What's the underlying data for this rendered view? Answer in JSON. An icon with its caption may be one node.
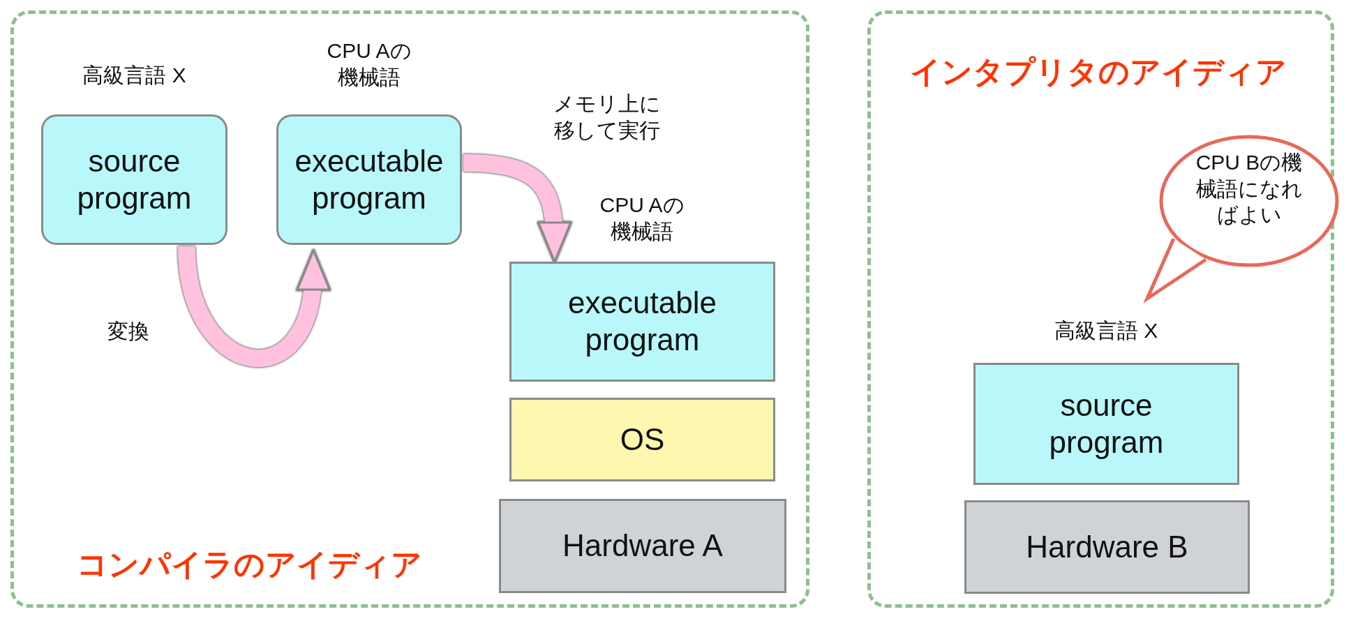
{
  "diagram": {
    "nodes": [
      {
        "text": [
          "コンパイラのアイディア"
        ]
      },
      {
        "text": [
          "source program"
        ],
        "in": 0,
        "beside": [
          "高級言語 X"
        ]
      },
      {
        "text": [
          "executable program"
        ],
        "in": 0,
        "beside": [
          "CPU Aの機械語"
        ]
      },
      {
        "text": [
          "executable program"
        ],
        "in": 0,
        "beside": [
          "CPU Aの機械語"
        ]
      },
      {
        "text": [
          "OS"
        ],
        "in": 0
      },
      {
        "text": [
          "Hardware A"
        ],
        "in": 0
      },
      {
        "text": [
          "インタプリタのアイディア"
        ]
      },
      {
        "text": [
          "CPU Bの機械語になればよい"
        ],
        "in": 6
      },
      {
        "text": [
          "source program"
        ],
        "in": 6,
        "beside": [
          "高級言語 X"
        ]
      },
      {
        "text": [
          "Hardware B"
        ],
        "in": 6
      }
    ],
    "edges": [
      {
        "from": 1,
        "to": 2,
        "arrow": "to",
        "label": "変換"
      },
      {
        "from": 2,
        "to": 3,
        "arrow": "to",
        "label": "メモリ上に移して実行"
      }
    ]
  }
}
